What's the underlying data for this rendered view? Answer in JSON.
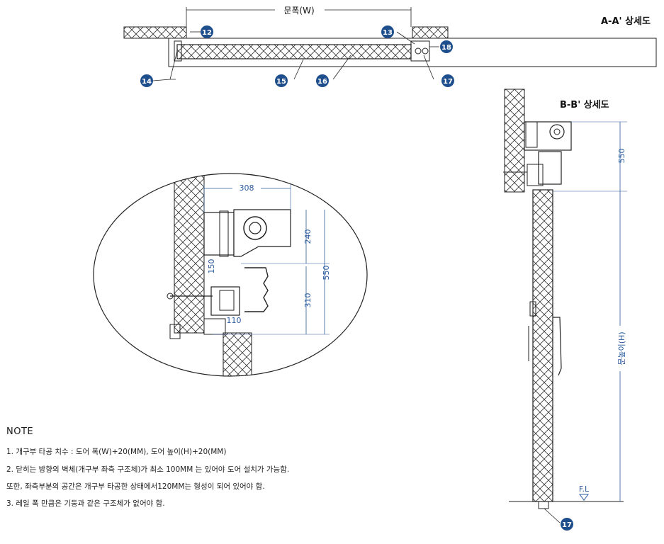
{
  "section_aa": {
    "title": "A-A' 상세도",
    "width_label": "문폭(W)"
  },
  "section_bb": {
    "title": "B-B' 상세도",
    "dim_550": "550",
    "height_label": "문높이(H)",
    "floor_label": "F.L"
  },
  "detail": {
    "dim_308": "308",
    "dim_240": "240",
    "dim_550": "550",
    "dim_310": "310",
    "dim_150": "150",
    "dim_110": "110"
  },
  "callouts": {
    "c12": "12",
    "c13": "13",
    "c14": "14",
    "c15": "15",
    "c16": "16",
    "c17": "17",
    "c18": "18",
    "c17b": "17"
  },
  "note": {
    "title": "NOTE",
    "lines": [
      "1. 개구부 타공 치수 : 도어 폭(W)+20(MM), 도어 높이(H)+20(MM)",
      "2. 닫히는 방향의 벽체(개구부 좌측 구조체)가 최소 100MM 는 있어야 도어 설치가 가능함.",
      "   또한, 좌측부분의 공간은 개구부 타공한 상태에서120MM는 형성이 되어 있어야 함.",
      "3. 레일 폭 만큼은 기둥과 같은 구조체가 없어야 함."
    ]
  },
  "colors": {
    "badge": "#1f4e8c",
    "dimension": "#2a5b9c",
    "line": "#1a1a1a"
  }
}
